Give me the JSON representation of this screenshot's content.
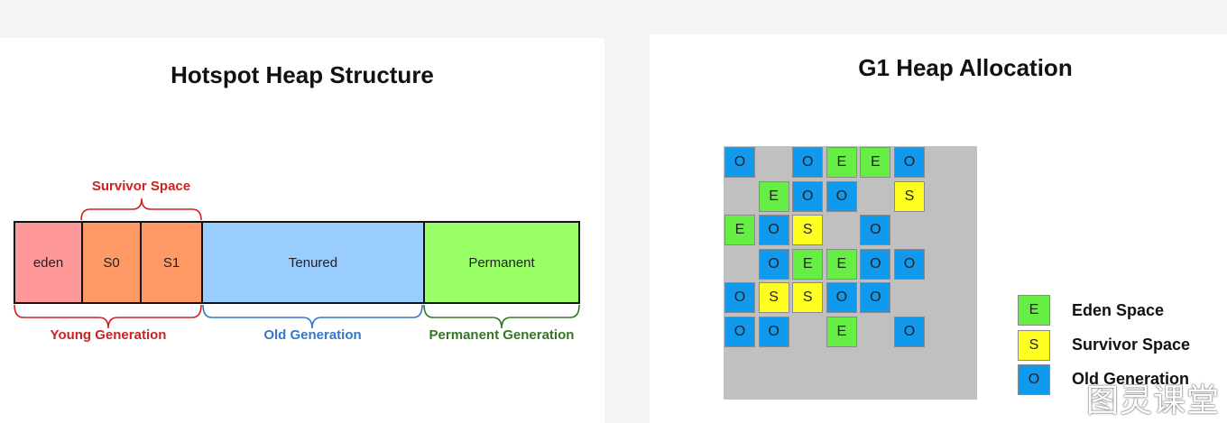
{
  "hotspot": {
    "title": "Hotspot Heap Structure",
    "segments": [
      {
        "id": "eden",
        "label": "eden",
        "color": "#ff9999"
      },
      {
        "id": "s0",
        "label": "S0",
        "color": "#ff9966"
      },
      {
        "id": "s1",
        "label": "S1",
        "color": "#ff9966"
      },
      {
        "id": "tenured",
        "label": "Tenured",
        "color": "#99ccff"
      },
      {
        "id": "permanent",
        "label": "Permanent",
        "color": "#99ff66"
      }
    ],
    "braces": {
      "survivor": {
        "label": "Survivor Space",
        "color": "#cc2222"
      },
      "young": {
        "label": "Young Generation",
        "color": "#cc2222"
      },
      "old": {
        "label": "Old Generation",
        "color": "#3377cc"
      },
      "permanent": {
        "label": "Permanent Generation",
        "color": "#337722"
      }
    }
  },
  "g1": {
    "title": "G1 Heap Allocation",
    "grid_rows": [
      [
        "O",
        "",
        "O",
        "E",
        "E",
        "O"
      ],
      [
        "",
        "E",
        "O",
        "O",
        "",
        "S"
      ],
      [
        "E",
        "O",
        "S",
        "",
        "O",
        ""
      ],
      [
        "",
        "O",
        "E",
        "E",
        "O",
        "O"
      ],
      [
        "O",
        "S",
        "S",
        "O",
        "O",
        ""
      ],
      [
        "O",
        "O",
        "",
        "E",
        "",
        "O"
      ]
    ],
    "legend": [
      {
        "symbol": "E",
        "label": "Eden Space",
        "color": "#66ee44"
      },
      {
        "symbol": "S",
        "label": "Survivor Space",
        "color": "#ffff22"
      },
      {
        "symbol": "O",
        "label": "Old Generation",
        "color": "#1199ee"
      }
    ]
  },
  "watermark": "图灵课堂"
}
